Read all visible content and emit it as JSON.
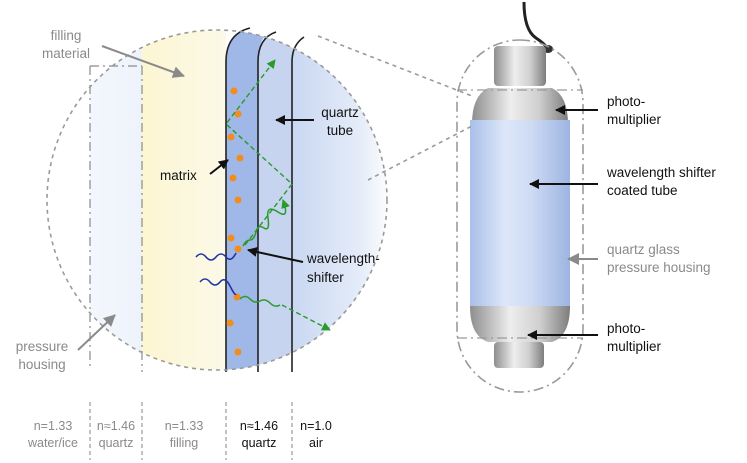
{
  "labels": {
    "filling_material": [
      "filling",
      "material"
    ],
    "pressure_housing": [
      "pressure",
      "housing"
    ],
    "quartz_tube": [
      "quartz",
      "tube"
    ],
    "matrix": "matrix",
    "wavelength_shifter": [
      "wavelength-",
      "shifter"
    ],
    "photomultiplier_top": [
      "photo-",
      "multiplier"
    ],
    "wls_coated_tube": [
      "wavelength shifter",
      "coated tube"
    ],
    "quartz_glass_housing": [
      "quartz glass",
      "pressure housing"
    ],
    "photomultiplier_bottom": [
      "photo-",
      "multiplier"
    ]
  },
  "layers": [
    {
      "index": "n=1.33",
      "material": "water/ice",
      "style": "grey"
    },
    {
      "index": "n≈1.46",
      "material": "quartz",
      "style": "grey"
    },
    {
      "index": "n=1.33",
      "material": "filling",
      "style": "grey"
    },
    {
      "index": "n≈1.46",
      "material": "quartz",
      "style": "dark"
    },
    {
      "index": "n=1.0",
      "material": "air",
      "style": "dark"
    }
  ],
  "colors": {
    "filling": "#fdf8dc",
    "wls_coating": "#9fb8e8",
    "quartz_tube": "#c6d4f0",
    "molecule": "#f28c1e",
    "photon_green": "#2a9a2a",
    "photon_blue": "#2233aa",
    "outline": "#222222",
    "dashed_grey": "#9a9a9a"
  }
}
